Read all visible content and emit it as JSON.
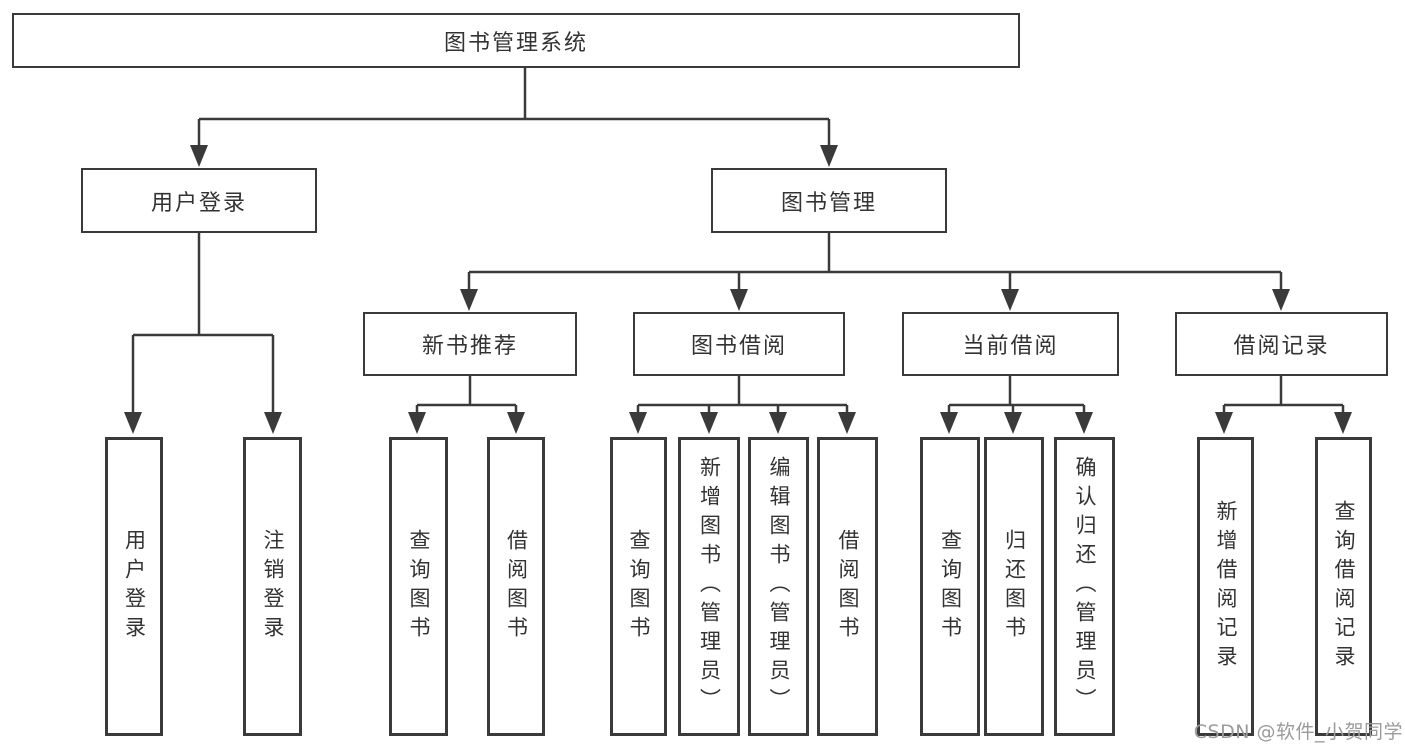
{
  "diagram": {
    "type": "tree",
    "root": {
      "label": "图书管理系统"
    },
    "branches": [
      {
        "label": "用户登录",
        "children": [
          {
            "label": "用户登录"
          },
          {
            "label": "注销登录"
          }
        ]
      },
      {
        "label": "图书管理",
        "children": [
          {
            "label": "新书推荐",
            "children": [
              {
                "label": "查询图书"
              },
              {
                "label": "借阅图书"
              }
            ]
          },
          {
            "label": "图书借阅",
            "children": [
              {
                "label": "查询图书"
              },
              {
                "label": "新增图书（管理员）"
              },
              {
                "label": "编辑图书（管理员）"
              },
              {
                "label": "借阅图书"
              }
            ]
          },
          {
            "label": "当前借阅",
            "children": [
              {
                "label": "查询图书"
              },
              {
                "label": "归还图书"
              },
              {
                "label": "确认归还（管理员）"
              }
            ]
          },
          {
            "label": "借阅记录",
            "children": [
              {
                "label": "新增借阅记录"
              },
              {
                "label": "查询借阅记录"
              }
            ]
          }
        ]
      }
    ],
    "watermark": "CSDN @软件_小贺同学",
    "colors": {
      "background": "#ffffff",
      "line": "#3a3a3a",
      "box_border": "#3a3a3a",
      "text": "#333333",
      "watermark": "#9b9b9b"
    }
  }
}
